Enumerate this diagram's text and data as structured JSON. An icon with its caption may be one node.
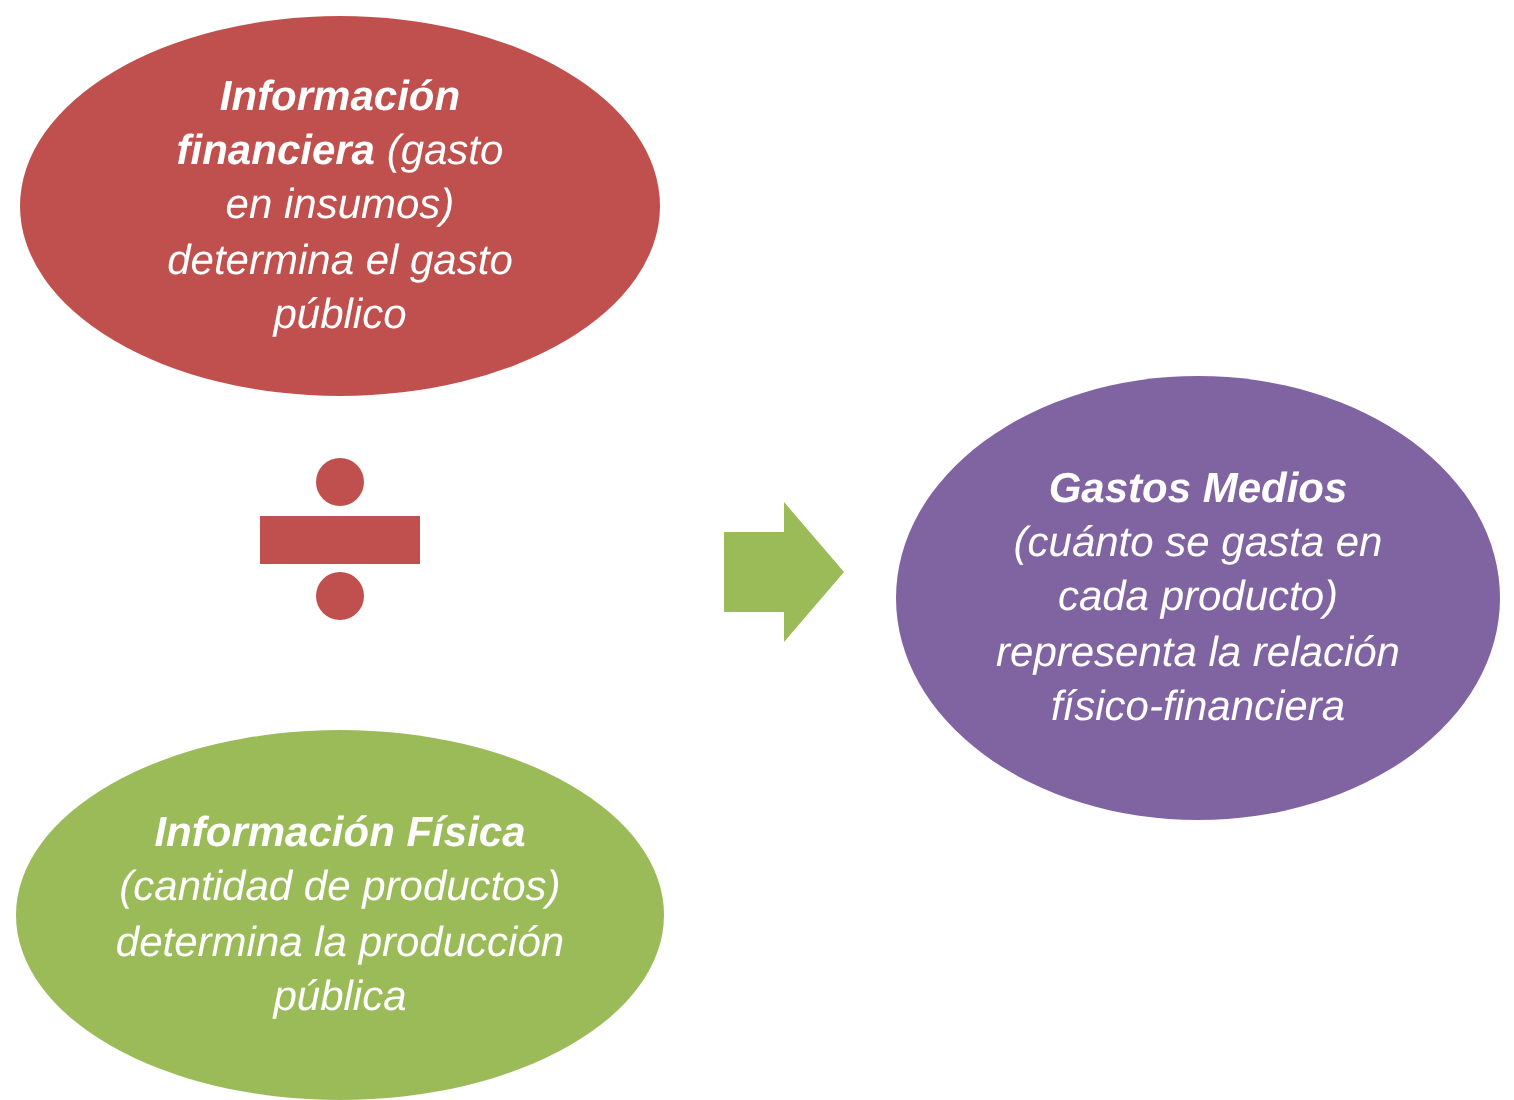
{
  "diagram": {
    "nodes": [
      {
        "text": [
          "**Información financiera** (gasto en insumos) determina el gasto público"
        ]
      },
      {
        "text": [
          "**Información Física** (cantidad de productos) determina la producción pública"
        ]
      },
      {
        "text": [
          "**Gastos Medios** (cuánto se gasta en cada producto) representa la relación físico-financiera"
        ]
      }
    ],
    "edges": [
      {
        "from": null,
        "to": 2,
        "arrow": "to",
        "style": "thick"
      }
    ]
  }
}
